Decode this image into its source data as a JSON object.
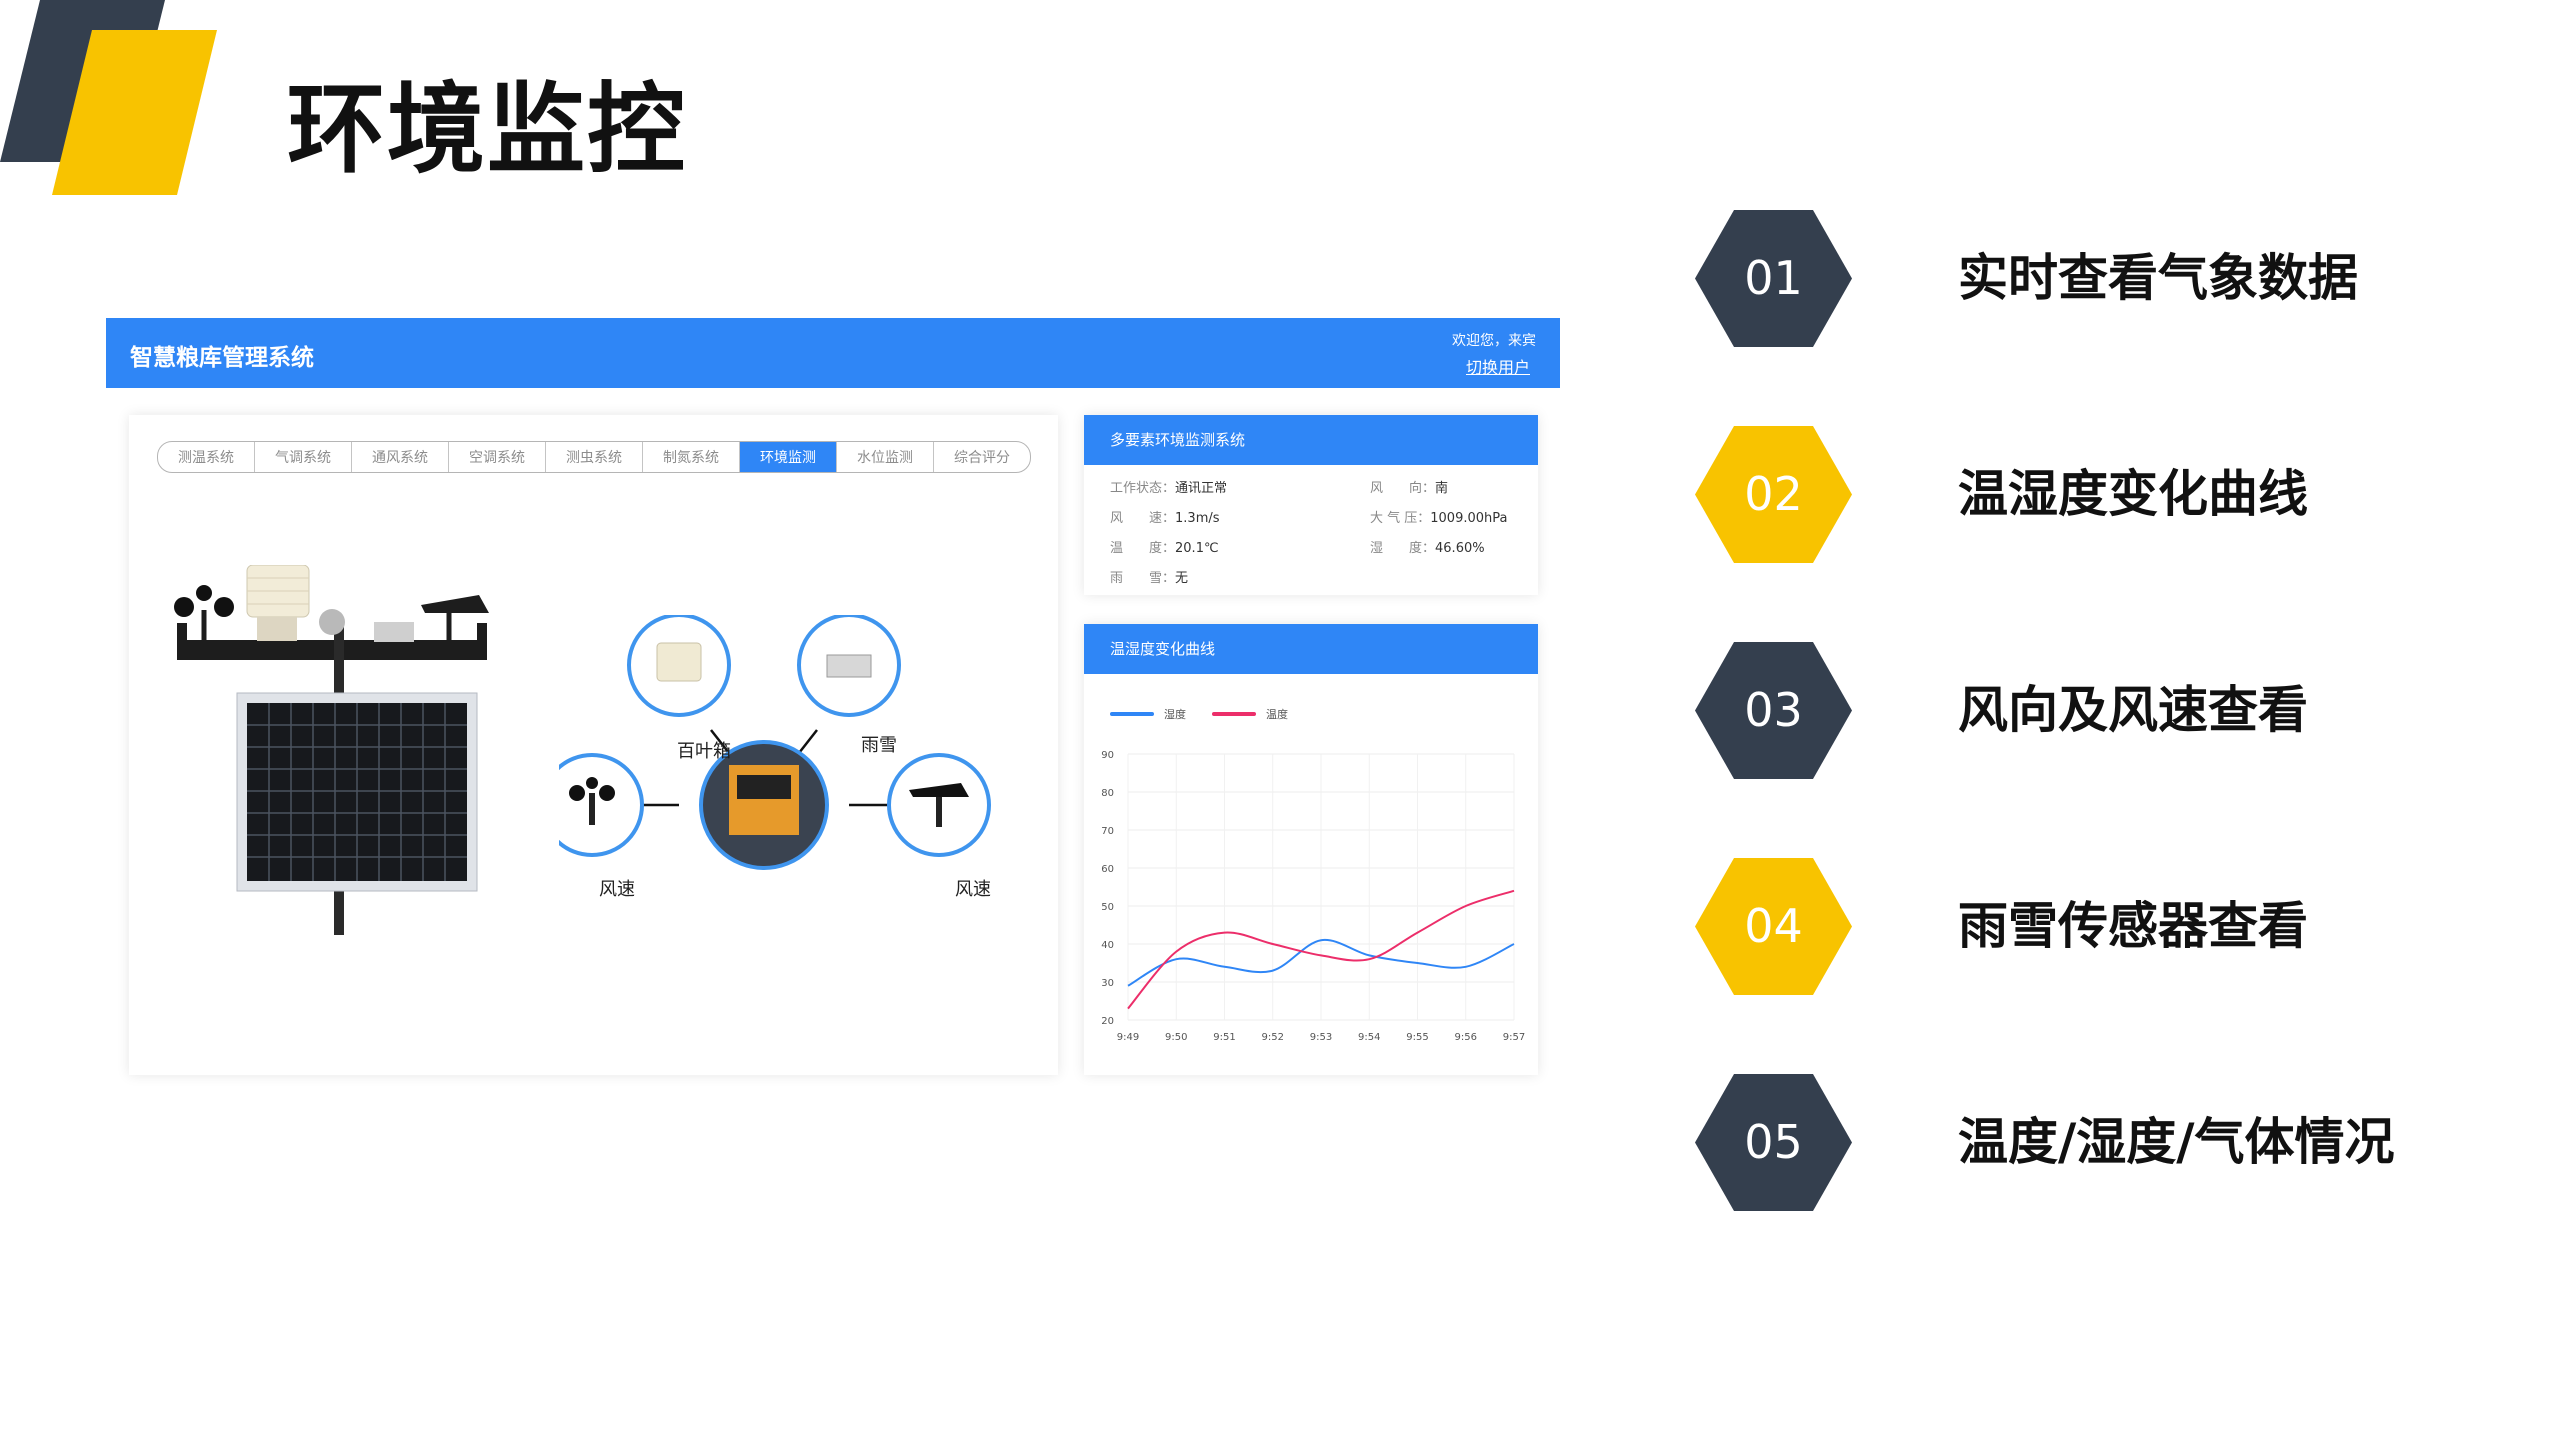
{
  "slide": {
    "title": "环境监控"
  },
  "colors": {
    "dark": "#343f4e",
    "yellow": "#f8c300",
    "blue": "#2f86f6",
    "humidity": "#2f86f6",
    "temperature": "#ec2e6a"
  },
  "app": {
    "title": "智慧粮库管理系统",
    "welcome": "欢迎您，来宾",
    "switch_user": "切换用户",
    "tabs": [
      {
        "label": "测温系统",
        "active": false
      },
      {
        "label": "气调系统",
        "active": false
      },
      {
        "label": "通风系统",
        "active": false
      },
      {
        "label": "空调系统",
        "active": false
      },
      {
        "label": "测虫系统",
        "active": false
      },
      {
        "label": "制氮系统",
        "active": false
      },
      {
        "label": "环境监测",
        "active": true
      },
      {
        "label": "水位监测",
        "active": false
      },
      {
        "label": "综合评分",
        "active": false
      }
    ],
    "diagram_labels": {
      "louver": "百叶箱",
      "rain_snow": "雨雪",
      "wind_speed_left": "风速",
      "wind_speed_right": "风速"
    }
  },
  "status_panel": {
    "title": "多要素环境监测系统",
    "rows": [
      {
        "label": "工作状态：",
        "value": "通讯正常"
      },
      {
        "label": "风　　向：",
        "value": "南"
      },
      {
        "label": "风　　速：",
        "value": "1.3m/s"
      },
      {
        "label": "大 气 压：",
        "value": "1009.00hPa"
      },
      {
        "label": "温　　度：",
        "value": "20.1℃"
      },
      {
        "label": "湿　　度：",
        "value": "46.60%"
      },
      {
        "label": "雨　　雪：",
        "value": "无"
      }
    ]
  },
  "chart_panel": {
    "title": "温湿度变化曲线"
  },
  "chart_data": {
    "type": "line",
    "categories": [
      "9:49",
      "9:50",
      "9:51",
      "9:52",
      "9:53",
      "9:54",
      "9:55",
      "9:56",
      "9:57"
    ],
    "series": [
      {
        "name": "湿度",
        "values": [
          29,
          36,
          34,
          33,
          41,
          37,
          35,
          34,
          40
        ]
      },
      {
        "name": "温度",
        "values": [
          23,
          38,
          43,
          40,
          37,
          36,
          43,
          50,
          54
        ]
      }
    ],
    "ylim": [
      20,
      90
    ],
    "yticks": [
      20,
      30,
      40,
      50,
      60,
      70,
      80,
      90
    ],
    "grid": true,
    "legend": "top-left"
  },
  "features": [
    {
      "num": "01",
      "text": "实时查看气象数据",
      "color": "dark"
    },
    {
      "num": "02",
      "text": "温湿度变化曲线",
      "color": "yellow"
    },
    {
      "num": "03",
      "text": "风向及风速查看",
      "color": "dark"
    },
    {
      "num": "04",
      "text": "雨雪传感器查看",
      "color": "yellow"
    },
    {
      "num": "05",
      "text": "温度/湿度/气体情况",
      "color": "dark"
    }
  ]
}
